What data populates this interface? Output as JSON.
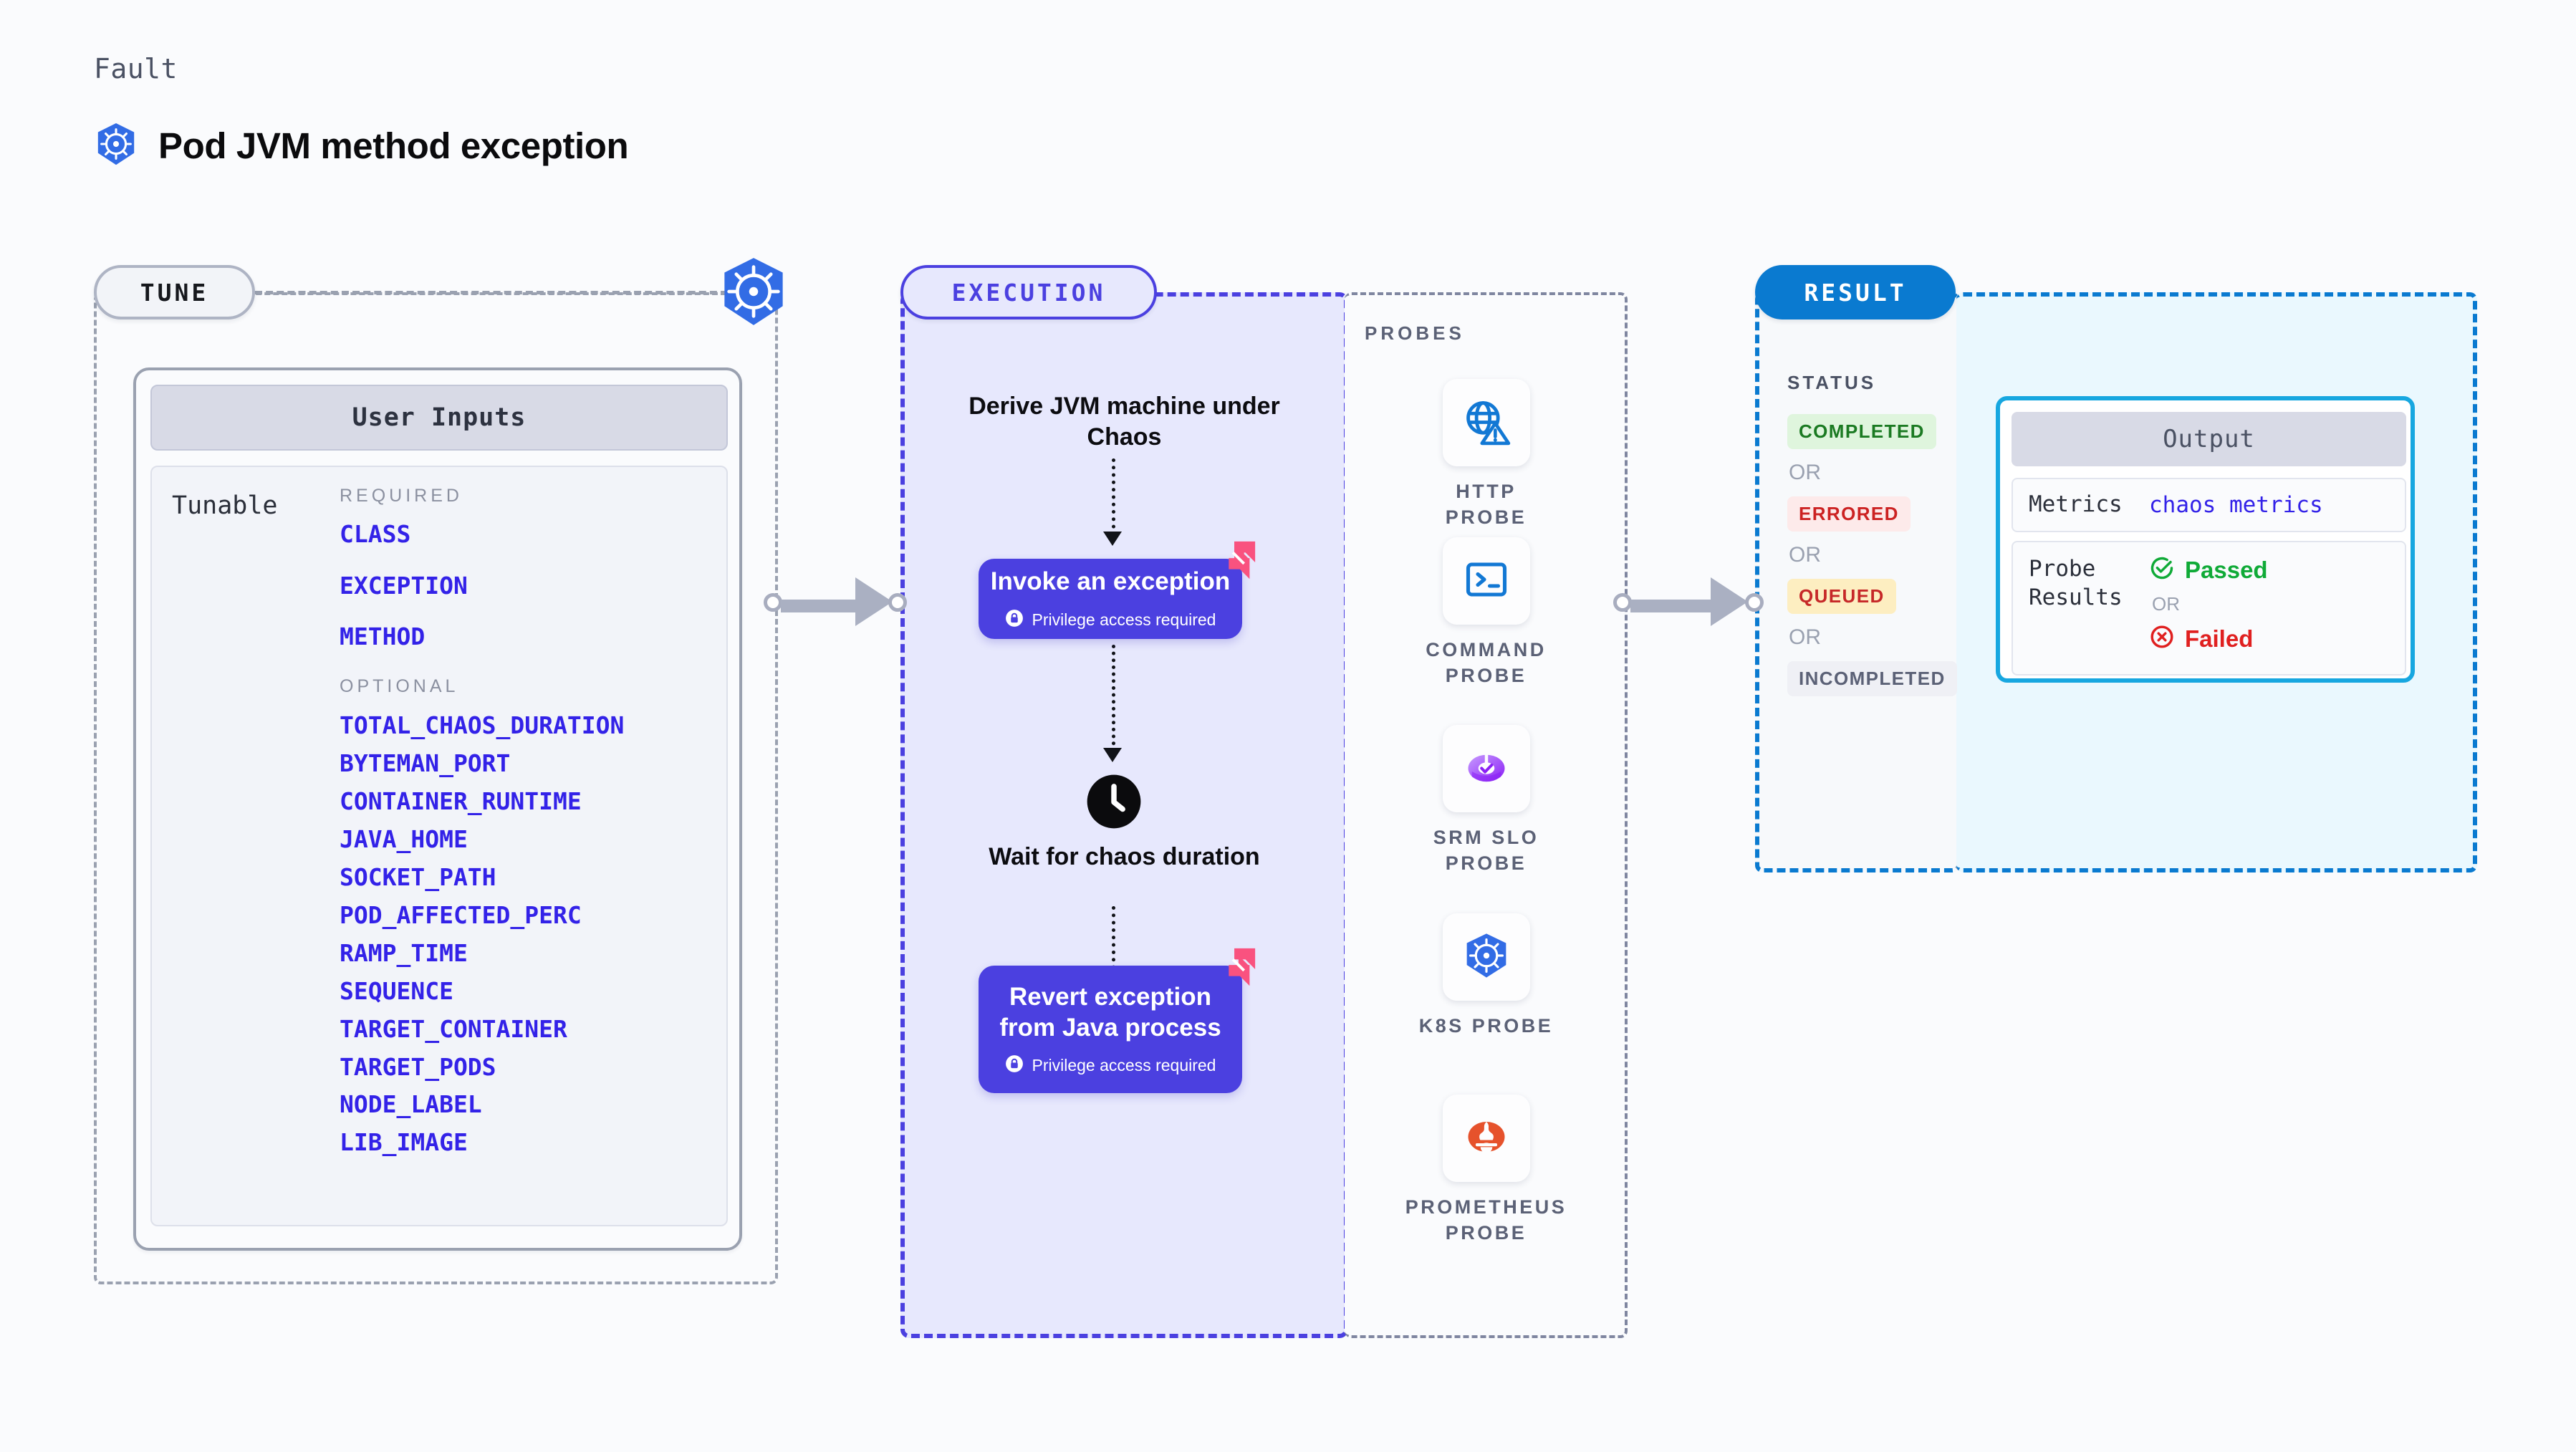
{
  "header": {
    "eyebrow": "Fault",
    "title": "Pod JVM method exception",
    "icon": "kubernetes-icon"
  },
  "stages": {
    "tune": {
      "pill_label": "TUNE"
    },
    "execution": {
      "pill_label": "EXECUTION"
    },
    "result": {
      "pill_label": "RESULT"
    }
  },
  "tune": {
    "card_title": "User Inputs",
    "tunable_label": "Tunable",
    "required_label": "REQUIRED",
    "optional_label": "OPTIONAL",
    "required": [
      "CLASS",
      "EXCEPTION",
      "METHOD"
    ],
    "optional": [
      "TOTAL_CHAOS_DURATION",
      "BYTEMAN_PORT",
      "CONTAINER_RUNTIME",
      "JAVA_HOME",
      "SOCKET_PATH",
      "POD_AFFECTED_PERC",
      "RAMP_TIME",
      "SEQUENCE",
      "TARGET_CONTAINER",
      "TARGET_PODS",
      "NODE_LABEL",
      "LIB_IMAGE"
    ]
  },
  "execution": {
    "step1_title": "Derive JVM machine under Chaos",
    "action1_title": "Invoke an exception",
    "action1_note": "Privilege access required",
    "wait_title": "Wait for chaos duration",
    "wait_icon": "clock-icon",
    "action2_title": "Revert exception from Java process",
    "action2_note": "Privilege access required",
    "lock_icon": "lock-icon",
    "brand_mark": "harness-icon"
  },
  "probes": {
    "section_label": "PROBES",
    "items": [
      {
        "name": "HTTP PROBE",
        "icon": "globe-warning-icon"
      },
      {
        "name": "COMMAND PROBE",
        "icon": "terminal-icon"
      },
      {
        "name": "SRM SLO PROBE",
        "icon": "srm-slo-icon"
      },
      {
        "name": "K8S PROBE",
        "icon": "kubernetes-icon"
      },
      {
        "name": "PROMETHEUS PROBE",
        "icon": "prometheus-icon"
      }
    ]
  },
  "result": {
    "status_label": "STATUS",
    "or_label": "OR",
    "statuses": [
      {
        "label": "COMPLETED",
        "tone": "completed"
      },
      {
        "label": "ERRORED",
        "tone": "errored"
      },
      {
        "label": "QUEUED",
        "tone": "queued"
      },
      {
        "label": "INCOMPLETED",
        "tone": "incompleted"
      }
    ],
    "output": {
      "title": "Output",
      "metrics_key": "Metrics",
      "metrics_value": "chaos metrics",
      "probe_results_key": "Probe Results",
      "passed_label": "Passed",
      "failed_label": "Failed",
      "or_label": "OR",
      "passed_icon": "check-circle-icon",
      "failed_icon": "x-circle-icon"
    }
  },
  "colors": {
    "accent_indigo": "#4b40e0",
    "accent_blue": "#0a7ad0",
    "accent_cyan": "#17a7e0",
    "param_link": "#3322e8",
    "harness_pink": "#f9527f",
    "k8s_blue": "#326ce5",
    "prometheus_orange": "#e6522c",
    "pass_green": "#0faa37",
    "fail_red": "#e02020"
  }
}
